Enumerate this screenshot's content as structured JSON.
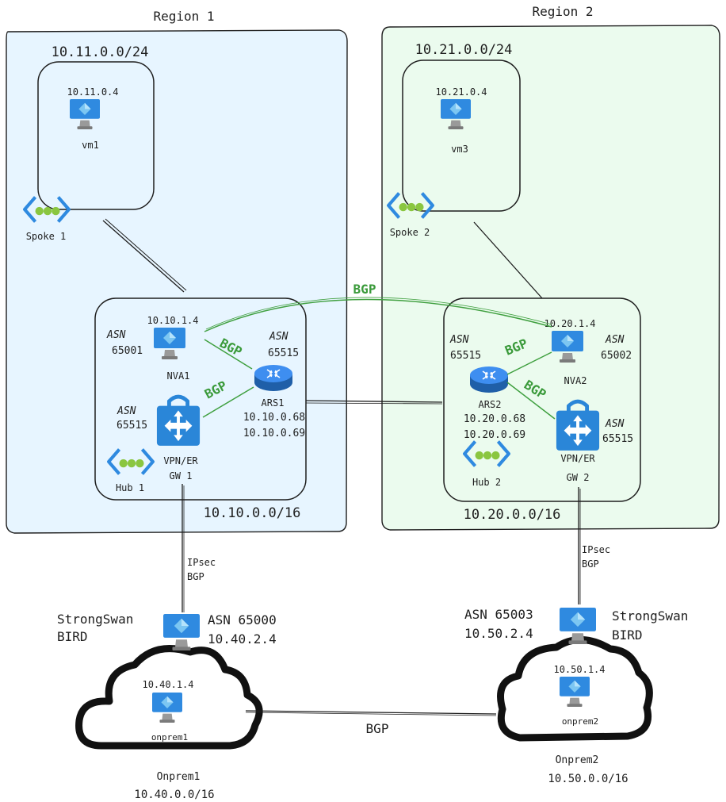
{
  "colors": {
    "region1_fill": "#e7f5ff",
    "region2_fill": "#ebfbee",
    "bgp_green": "#40a040",
    "azure_blue": "#2f8ae0",
    "azure_light": "#7cc6f2",
    "vnet_green": "#8ac640"
  },
  "regions": {
    "r1": {
      "title": "Region 1"
    },
    "r2": {
      "title": "Region 2"
    }
  },
  "spoke1": {
    "cidr": "10.11.0.0/24",
    "vm_ip": "10.11.0.4",
    "vm_name": "vm1",
    "label": "Spoke 1",
    "vm_icon": "monitor-icon",
    "vnet_icon": "vnet-icon"
  },
  "spoke2": {
    "cidr": "10.21.0.0/24",
    "vm_ip": "10.21.0.4",
    "vm_name": "vm3",
    "label": "Spoke 2",
    "vm_icon": "monitor-icon",
    "vnet_icon": "vnet-icon"
  },
  "hub1": {
    "label": "Hub 1",
    "cidr": "10.10.0.0/16",
    "nva_ip": "10.10.1.4",
    "nva_asn_label": "ASN",
    "nva_asn": "65001",
    "nva_name": "NVA1",
    "ars_asn_label": "ASN",
    "ars_asn": "65515",
    "ars_name": "ARS1",
    "ars_ip1": "10.10.0.68",
    "ars_ip2": "10.10.0.69",
    "gw_asn_label": "ASN",
    "gw_asn": "65515",
    "gw_line1": "VPN/ER",
    "gw_line2": "GW 1",
    "bgp_upper": "BGP",
    "bgp_lower": "BGP"
  },
  "hub2": {
    "label": "Hub 2",
    "cidr": "10.20.0.0/16",
    "nva_ip": "10.20.1.4",
    "nva_asn_label": "ASN",
    "nva_asn": "65002",
    "nva_name": "NVA2",
    "ars_asn_label": "ASN",
    "ars_asn": "65515",
    "ars_name": "ARS2",
    "ars_ip1": "10.20.0.68",
    "ars_ip2": "10.20.0.69",
    "gw_asn_label": "ASN",
    "gw_asn": "65515",
    "gw_line1": "VPN/ER",
    "gw_line2": "GW 2",
    "bgp_upper": "BGP",
    "bgp_lower": "BGP"
  },
  "links": {
    "nva_bgp": "BGP",
    "ipsec1_line1": "IPsec",
    "ipsec1_line2": "BGP",
    "ipsec2_line1": "IPsec",
    "ipsec2_line2": "BGP",
    "onprem_bgp": "BGP"
  },
  "onprem1": {
    "sw_line1": "StrongSwan",
    "sw_line2": "BIRD",
    "asn": "ASN 65000",
    "gw_ip": "10.40.2.4",
    "vm_ip": "10.40.1.4",
    "vm_name": "onprem1",
    "title": "Onprem1",
    "cidr": "10.40.0.0/16"
  },
  "onprem2": {
    "sw_line1": "StrongSwan",
    "sw_line2": "BIRD",
    "asn": "ASN 65003",
    "gw_ip": "10.50.2.4",
    "vm_ip": "10.50.1.4",
    "vm_name": "onprem2",
    "title": "Onprem2",
    "cidr": "10.50.0.0/16"
  }
}
